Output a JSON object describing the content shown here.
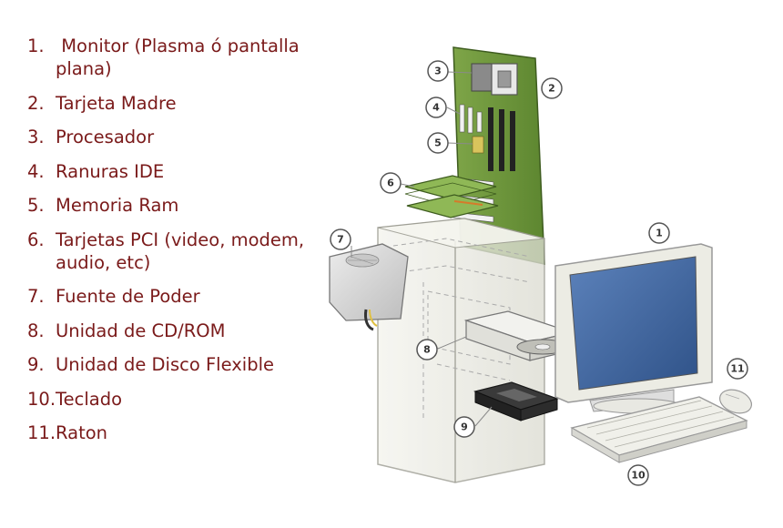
{
  "legend": {
    "items": [
      {
        "num": "1.",
        "text": " Monitor (Plasma ó pantalla plana)"
      },
      {
        "num": "2.",
        "text": "Tarjeta Madre"
      },
      {
        "num": "3.",
        "text": "Procesador"
      },
      {
        "num": "4.",
        "text": "Ranuras IDE"
      },
      {
        "num": "5.",
        "text": "Memoria Ram"
      },
      {
        "num": "6.",
        "text": "Tarjetas PCI (video, modem, audio, etc)"
      },
      {
        "num": "7.",
        "text": "Fuente de Poder"
      },
      {
        "num": "8.",
        "text": "Unidad de CD/ROM"
      },
      {
        "num": "9.",
        "text": "Unidad de Disco Flexible"
      },
      {
        "num": "10.",
        "text": "Teclado"
      },
      {
        "num": "11.",
        "text": "Raton"
      }
    ]
  },
  "badges": {
    "monitor": "1",
    "motherboard": "2",
    "processor": "3",
    "ide_slots": "4",
    "ram": "5",
    "pci_cards": "6",
    "power_supply": "7",
    "cdrom": "8",
    "floppy": "9",
    "keyboard": "10",
    "mouse": "11"
  },
  "colors": {
    "legend_text": "#7a1a1a",
    "motherboard": "#6f9a3a",
    "screen": "#3f66a0",
    "case": "#e8e8e0"
  }
}
